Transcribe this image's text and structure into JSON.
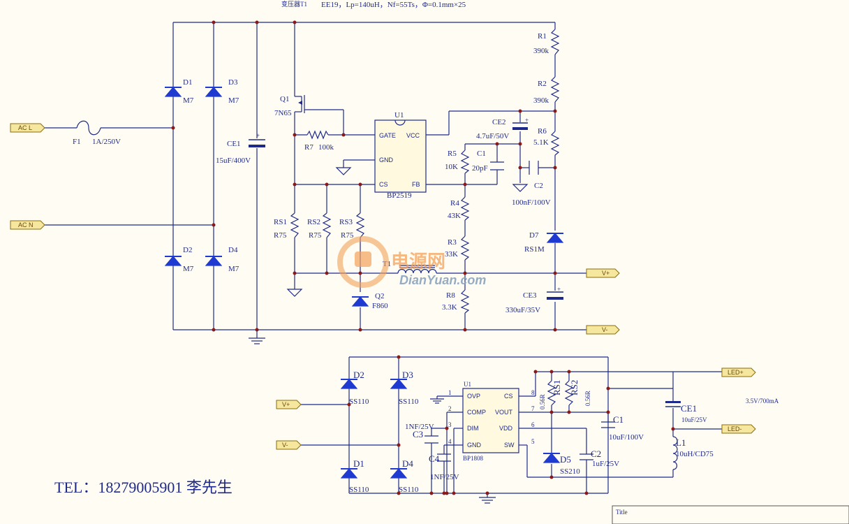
{
  "header": {
    "transformer_label": "变压器T1",
    "transformer_spec": "EE19，Lp=140uH，Nf=55Ts，Φ=0.1mm×25"
  },
  "ports": {
    "ac_l": "AC L",
    "ac_n": "AC N",
    "v_plus": "V+",
    "v_minus": "V-",
    "v_plus_in": "V+",
    "v_minus_in": "V-",
    "led_plus": "LED+",
    "led_minus": "LED-"
  },
  "top": {
    "f1": {
      "ref": "F1",
      "value": "1A/250V"
    },
    "d1": {
      "ref": "D1",
      "value": "M7"
    },
    "d2": {
      "ref": "D2",
      "value": "M7"
    },
    "d3": {
      "ref": "D3",
      "value": "M7"
    },
    "d4": {
      "ref": "D4",
      "value": "M7"
    },
    "ce1": {
      "ref": "CE1",
      "value": "15uF/400V"
    },
    "q1": {
      "ref": "Q1",
      "value": "7N65"
    },
    "r7": {
      "ref": "R7",
      "value": "100k"
    },
    "u1": {
      "ref": "U1",
      "value": "BP2519",
      "pins": {
        "gate": "GATE",
        "vcc": "VCC",
        "gnd": "GND",
        "cs": "CS",
        "fb": "FB"
      }
    },
    "rs1": {
      "ref": "RS1",
      "value": "R75"
    },
    "rs2": {
      "ref": "RS2",
      "value": "R75"
    },
    "rs3": {
      "ref": "RS3",
      "value": "R75"
    },
    "q2": {
      "ref": "Q2",
      "value": "F860"
    },
    "t1": {
      "ref": "T1"
    },
    "r1": {
      "ref": "R1",
      "value": "390k"
    },
    "r2": {
      "ref": "R2",
      "value": "390k"
    },
    "r6": {
      "ref": "R6",
      "value": "5.1K"
    },
    "ce2": {
      "ref": "CE2",
      "value": "4.7uF/50V"
    },
    "r5": {
      "ref": "R5",
      "value": "10K"
    },
    "c1": {
      "ref": "C1",
      "value": "20pF"
    },
    "c2": {
      "ref": "C2",
      "value": "100nF/100V"
    },
    "r4": {
      "ref": "R4",
      "value": "43K"
    },
    "r3": {
      "ref": "R3",
      "value": "33K"
    },
    "r8": {
      "ref": "R8",
      "value": "3.3K"
    },
    "d7": {
      "ref": "D7",
      "value": "RS1M"
    },
    "ce3": {
      "ref": "CE3",
      "value": "330uF/35V"
    }
  },
  "bottom": {
    "d1": {
      "ref": "D1",
      "value": "SS110"
    },
    "d2": {
      "ref": "D2",
      "value": "SS110"
    },
    "d3": {
      "ref": "D3",
      "value": "SS110"
    },
    "d4": {
      "ref": "D4",
      "value": "SS110"
    },
    "c3": {
      "ref": "C3",
      "value": "1NF/25V"
    },
    "c4": {
      "ref": "C4",
      "value": "1NF/25V"
    },
    "u1": {
      "ref": "U1",
      "value": "BP1808",
      "pins_left": [
        "OVP",
        "COMP",
        "DIM",
        "GND"
      ],
      "pins_right": [
        "CS",
        "VOUT",
        "VDD",
        "SW"
      ],
      "nums_left": [
        "1",
        "2",
        "3",
        "4"
      ],
      "nums_right": [
        "8",
        "7",
        "6",
        "5"
      ]
    },
    "rs1": {
      "ref": "RS1",
      "value": "0.56R"
    },
    "rs2": {
      "ref": "RS2",
      "value": "0.56R"
    },
    "c1": {
      "ref": "C1",
      "value": "10uF/100V"
    },
    "c2": {
      "ref": "C2",
      "value": "1uF/25V"
    },
    "d5": {
      "ref": "D5",
      "value": "SS210"
    },
    "ce1": {
      "ref": "CE1",
      "value": "10uF/25V"
    },
    "l1": {
      "ref": "L1",
      "value": "10uH/CD75"
    },
    "spec": "3.5V/700mA"
  },
  "watermark": {
    "cn": "电源网",
    "en": "DianYuan.com"
  },
  "contact": "TEL：18279005901  李先生",
  "title_block": {
    "label": "Title"
  }
}
